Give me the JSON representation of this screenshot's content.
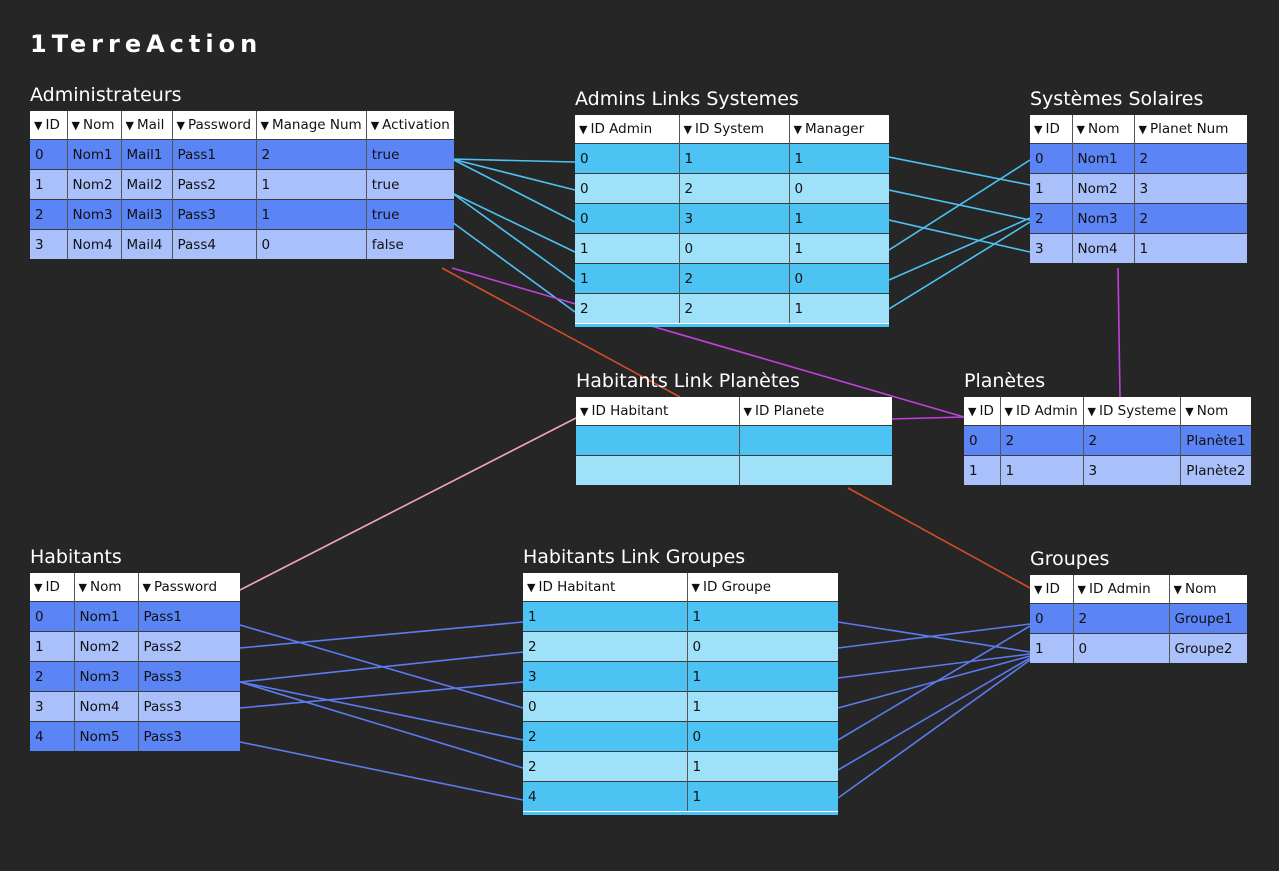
{
  "app": {
    "title": "1TerreAction"
  },
  "icons": {
    "sort": "▼"
  },
  "colors": {
    "background": "#262626",
    "row_dark": "#5b84f5",
    "row_light": "#a9c0fb",
    "link_dark": "#4cc3f3",
    "link_light": "#a0e1fa",
    "line_cyan": "#4cc3f3",
    "line_blue": "#5b7cf0",
    "line_magenta": "#c43fe0",
    "line_orange": "#d44d28",
    "line_pink": "#f3a0c8"
  },
  "tables": {
    "administrateurs": {
      "title": "Administrateurs",
      "columns": [
        "ID",
        "Nom",
        "Mail",
        "Password",
        "Manage Num",
        "Activation"
      ],
      "rows": [
        [
          "0",
          "Nom1",
          "Mail1",
          "Pass1",
          "2",
          "true"
        ],
        [
          "1",
          "Nom2",
          "Mail2",
          "Pass2",
          "1",
          "true"
        ],
        [
          "2",
          "Nom3",
          "Mail3",
          "Pass3",
          "1",
          "true"
        ],
        [
          "3",
          "Nom4",
          "Mail4",
          "Pass4",
          "0",
          "false"
        ]
      ]
    },
    "admins_links_systemes": {
      "title": "Admins Links Systemes",
      "columns": [
        "ID Admin",
        "ID System",
        "Manager"
      ],
      "rows": [
        [
          "0",
          "1",
          "1"
        ],
        [
          "0",
          "2",
          "0"
        ],
        [
          "0",
          "3",
          "1"
        ],
        [
          "1",
          "0",
          "1"
        ],
        [
          "1",
          "2",
          "0"
        ],
        [
          "2",
          "2",
          "1"
        ]
      ]
    },
    "systemes_solaires": {
      "title": "Systèmes Solaires",
      "columns": [
        "ID",
        "Nom",
        "Planet Num"
      ],
      "rows": [
        [
          "0",
          "Nom1",
          "2"
        ],
        [
          "1",
          "Nom2",
          "3"
        ],
        [
          "2",
          "Nom3",
          "2"
        ],
        [
          "3",
          "Nom4",
          "1"
        ]
      ]
    },
    "habitants_link_planetes": {
      "title": "Habitants Link Planètes",
      "columns": [
        "ID Habitant",
        "ID Planete"
      ],
      "rows": [
        [
          "",
          ""
        ],
        [
          "",
          ""
        ]
      ]
    },
    "planetes": {
      "title": "Planètes",
      "columns": [
        "ID",
        "ID Admin",
        "ID Systeme",
        "Nom"
      ],
      "rows": [
        [
          "0",
          "2",
          "2",
          "Planète1"
        ],
        [
          "1",
          "1",
          "3",
          "Planète2"
        ]
      ]
    },
    "habitants": {
      "title": "Habitants",
      "columns": [
        "ID",
        "Nom",
        "Password"
      ],
      "rows": [
        [
          "0",
          "Nom1",
          "Pass1"
        ],
        [
          "1",
          "Nom2",
          "Pass2"
        ],
        [
          "2",
          "Nom3",
          "Pass3"
        ],
        [
          "3",
          "Nom4",
          "Pass3"
        ],
        [
          "4",
          "Nom5",
          "Pass3"
        ]
      ]
    },
    "habitants_link_groupes": {
      "title": "Habitants Link Groupes",
      "columns": [
        "ID Habitant",
        "ID Groupe"
      ],
      "rows": [
        [
          "1",
          "1"
        ],
        [
          "2",
          "0"
        ],
        [
          "3",
          "1"
        ],
        [
          "0",
          "1"
        ],
        [
          "2",
          "0"
        ],
        [
          "2",
          "1"
        ],
        [
          "4",
          "1"
        ]
      ]
    },
    "groupes": {
      "title": "Groupes",
      "columns": [
        "ID",
        "ID Admin",
        "Nom"
      ],
      "rows": [
        [
          "0",
          "2",
          "Groupe1"
        ],
        [
          "1",
          "0",
          "Groupe2"
        ]
      ]
    }
  }
}
